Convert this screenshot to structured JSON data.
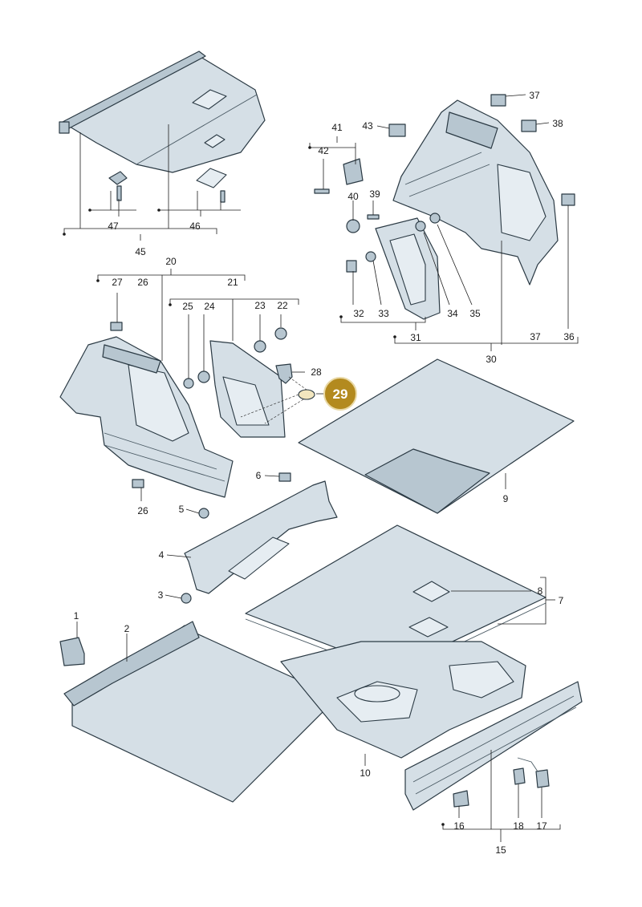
{
  "callouts": {
    "c1": "1",
    "c2": "2",
    "c3": "3",
    "c4": "4",
    "c5": "5",
    "c6": "6",
    "c7": "7",
    "c8": "8",
    "c9": "9",
    "c10": "10",
    "c15": "15",
    "c16": "16",
    "c17": "17",
    "c18": "18",
    "c20": "20",
    "c21": "21",
    "c22": "22",
    "c23": "23",
    "c24": "24",
    "c25": "25",
    "c26a": "26",
    "c26b": "26",
    "c27": "27",
    "c28": "28",
    "c29": "29",
    "c30": "30",
    "c31": "31",
    "c32": "32",
    "c33": "33",
    "c34": "34",
    "c35": "35",
    "c36": "36",
    "c37a": "37",
    "c37b": "37",
    "c38": "38",
    "c39": "39",
    "c40": "40",
    "c41": "41",
    "c42": "42",
    "c43": "43",
    "c45": "45",
    "c46": "46",
    "c47": "47"
  },
  "highlight": {
    "part_number": "29",
    "color": "#b38a1f"
  },
  "colors": {
    "part_fill": "#d5dfe6",
    "outline": "#2b3a44"
  }
}
